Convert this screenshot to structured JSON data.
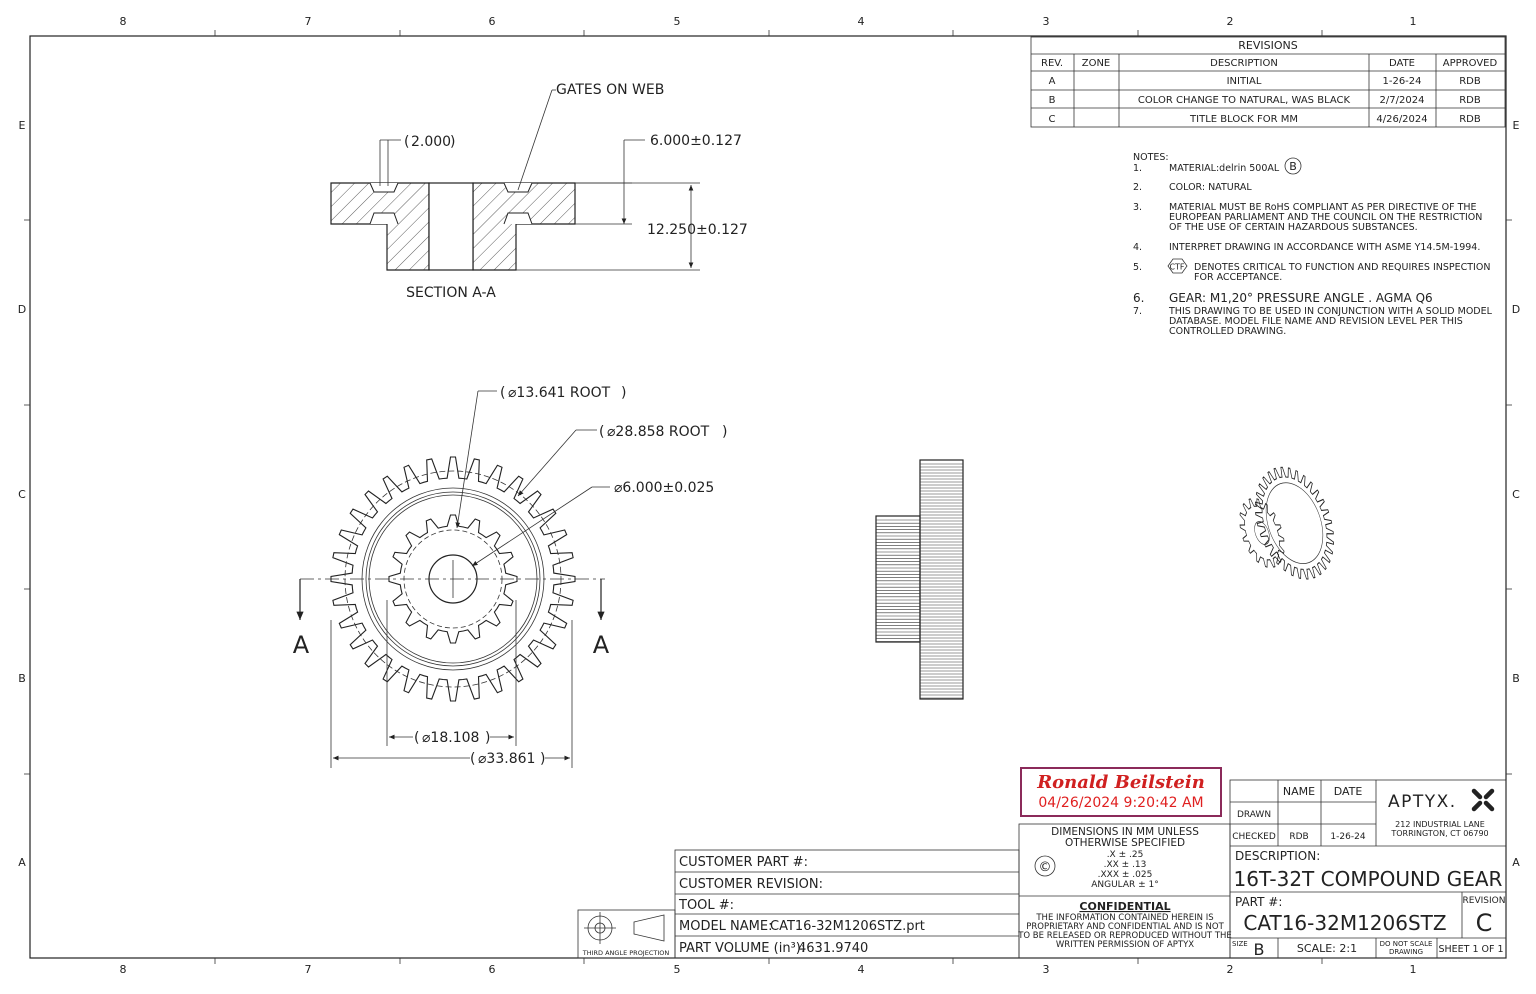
{
  "border": {
    "col_labels": [
      "8",
      "7",
      "6",
      "5",
      "4",
      "3",
      "2",
      "1"
    ],
    "row_labels": [
      "E",
      "D",
      "C",
      "B",
      "A"
    ]
  },
  "revisions": {
    "title": "REVISIONS",
    "headers": [
      "REV.",
      "ZONE",
      "DESCRIPTION",
      "DATE",
      "APPROVED"
    ],
    "rows": [
      [
        "A",
        "",
        "INITIAL",
        "1-26-24",
        "RDB"
      ],
      [
        "B",
        "",
        "COLOR CHANGE TO NATURAL, WAS BLACK",
        "2/7/2024",
        "RDB"
      ],
      [
        "C",
        "",
        "TITLE BLOCK FOR MM",
        "4/26/2024",
        "RDB"
      ]
    ]
  },
  "notes": {
    "heading": "NOTES:",
    "n1_num": "1.",
    "n1": "MATERIAL:delrin 500AL",
    "n1_flag": "B",
    "n2_num": "2.",
    "n2": "COLOR: NATURAL",
    "n3_num": "3.",
    "n3_l1": "MATERIAL MUST BE RoHS COMPLIANT AS PER DIRECTIVE OF THE",
    "n3_l2": "EUROPEAN PARLIAMENT AND THE COUNCIL ON THE RESTRICTION",
    "n3_l3": "OF THE USE OF CERTAIN HAZARDOUS SUBSTANCES.",
    "n4_num": "4.",
    "n4": "INTERPRET DRAWING IN ACCORDANCE WITH ASME Y14.5M-1994.",
    "n5_num": "5.",
    "n5_badge": "CTF",
    "n5_l1": "DENOTES CRITICAL TO FUNCTION AND REQUIRES INSPECTION",
    "n5_l2": "FOR ACCEPTANCE.",
    "n6_num": "6.",
    "n6": "GEAR: M1,20° PRESSURE ANGLE .  AGMA  Q6",
    "n7_num": "7.",
    "n7_l1": "THIS DRAWING TO BE USED IN CONJUNCTION WITH A SOLID MODEL",
    "n7_l2": "DATABASE. MODEL FILE NAME AND REVISION LEVEL PER THIS",
    "n7_l3": "CONTROLLED DRAWING."
  },
  "section": {
    "gates_label": "GATES ON WEB",
    "dim_gate": "2.000",
    "dim_bore": "6.000±0.127",
    "dim_height": "12.250±0.127",
    "label": "SECTION A-A"
  },
  "front": {
    "dim_root_small": "⌀13.641  ROOT",
    "dim_root_large": "⌀28.858  ROOT",
    "dim_bore": "⌀6.000±0.025",
    "dim_od_small": "⌀18.108",
    "dim_od_large": "⌀33.861",
    "cut_left": "A",
    "cut_right": "A"
  },
  "signature": {
    "name": "Ronald Beilstein",
    "datetime": "04/26/2024 9:20:42 AM"
  },
  "tolerances": {
    "l1": "DIMENSIONS IN MM UNLESS",
    "l2": "OTHERWISE SPECIFIED",
    "x": ".X ± .25",
    "xx": ".XX ± .13",
    "xxx": ".XXX ± .025",
    "angular": "ANGULAR ± 1°",
    "copyright": "©"
  },
  "confidential": {
    "title": "CONFIDENTIAL",
    "l1": "THE INFORMATION CONTAINED HEREIN IS",
    "l2": "PROPRIETARY AND CONFIDENTIAL AND IS NOT",
    "l3": "TO BE RELEASED OR REPRODUCED WITHOUT THE",
    "l4": "WRITTEN PERMISSION OF APTYX"
  },
  "customer": {
    "part": "CUSTOMER PART #:",
    "revision": "CUSTOMER REVISION:",
    "tool": "TOOL #:",
    "model_label": "MODEL NAME:",
    "model": "CAT16-32M1206STZ.prt",
    "volume_label": "PART VOLUME (in³):",
    "volume": "4631.9740",
    "projection": "THIRD ANGLE PROJECTION"
  },
  "title_block": {
    "name_hdr": "NAME",
    "date_hdr": "DATE",
    "drawn": "DRAWN",
    "checked": "CHECKED",
    "checked_name": "RDB",
    "checked_date": "1-26-24",
    "company": "APTYX.",
    "addr1": "212 INDUSTRIAL LANE",
    "addr2": "TORRINGTON, CT 06790",
    "desc_label": "DESCRIPTION:",
    "description": "16T-32T COMPOUND GEAR",
    "part_label": "PART #:",
    "part": "CAT16-32M1206STZ",
    "rev_label": "REVISION",
    "rev": "C",
    "size_label": "SIZE",
    "size": "B",
    "scale": "SCALE: 2:1",
    "noscale1": "DO NOT SCALE",
    "noscale2": "DRAWING",
    "sheet": "SHEET 1 OF 1"
  }
}
